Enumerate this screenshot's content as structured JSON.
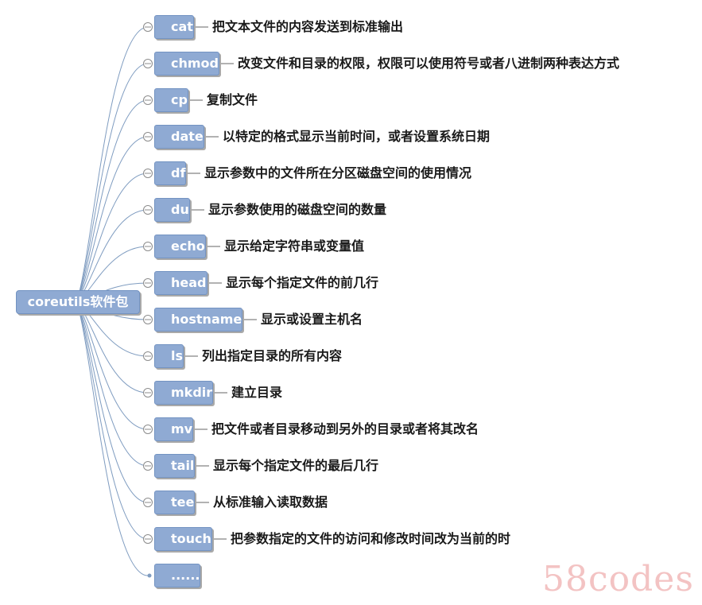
{
  "root": {
    "label": "coreutils软件包"
  },
  "commands": [
    {
      "name": "cat",
      "desc": "把文本文件的内容发送到标准输出"
    },
    {
      "name": "chmod",
      "desc": "改变文件和目录的权限，权限可以使用符号或者八进制两种表达方式"
    },
    {
      "name": "cp",
      "desc": "复制文件"
    },
    {
      "name": "date",
      "desc": "以特定的格式显示当前时间，或者设置系统日期"
    },
    {
      "name": "df",
      "desc": "显示参数中的文件所在分区磁盘空间的使用情况"
    },
    {
      "name": "du",
      "desc": "显示参数使用的磁盘空间的数量"
    },
    {
      "name": "echo",
      "desc": "显示给定字符串或变量值"
    },
    {
      "name": "head",
      "desc": "显示每个指定文件的前几行"
    },
    {
      "name": "hostname",
      "desc": "显示或设置主机名"
    },
    {
      "name": "ls",
      "desc": "列出指定目录的所有内容"
    },
    {
      "name": "mkdir",
      "desc": "建立目录"
    },
    {
      "name": "mv",
      "desc": "把文件或者目录移动到另外的目录或者将其改名"
    },
    {
      "name": "tail",
      "desc": "显示每个指定文件的最后几行"
    },
    {
      "name": "tee",
      "desc": "从标准输入读取数据"
    },
    {
      "name": "touch",
      "desc": "把参数指定的文件的访问和修改时间改为当前的时"
    },
    {
      "name": "......",
      "desc": ""
    }
  ],
  "watermark": "58codes",
  "colors": {
    "node_fill": "#8faad3",
    "node_border": "#7393c2",
    "connector": "#7f9cc0"
  }
}
